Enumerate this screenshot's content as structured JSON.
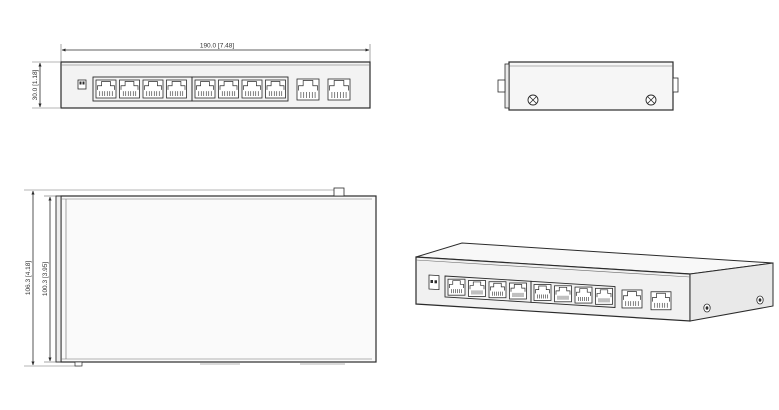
{
  "dimensions": {
    "front_width": "190.0  [7.48]",
    "front_height": "30.0  [1.18]",
    "top_depth_outer": "106.3  [4.18]",
    "top_depth_inner": "100.3  [3.95]"
  },
  "port_counts": {
    "front_rj45_main": 8,
    "front_uplink": 2
  },
  "colors": {
    "line": "#2b2b2b",
    "face": "#f3f3f3",
    "top_face": "#fafafa"
  }
}
